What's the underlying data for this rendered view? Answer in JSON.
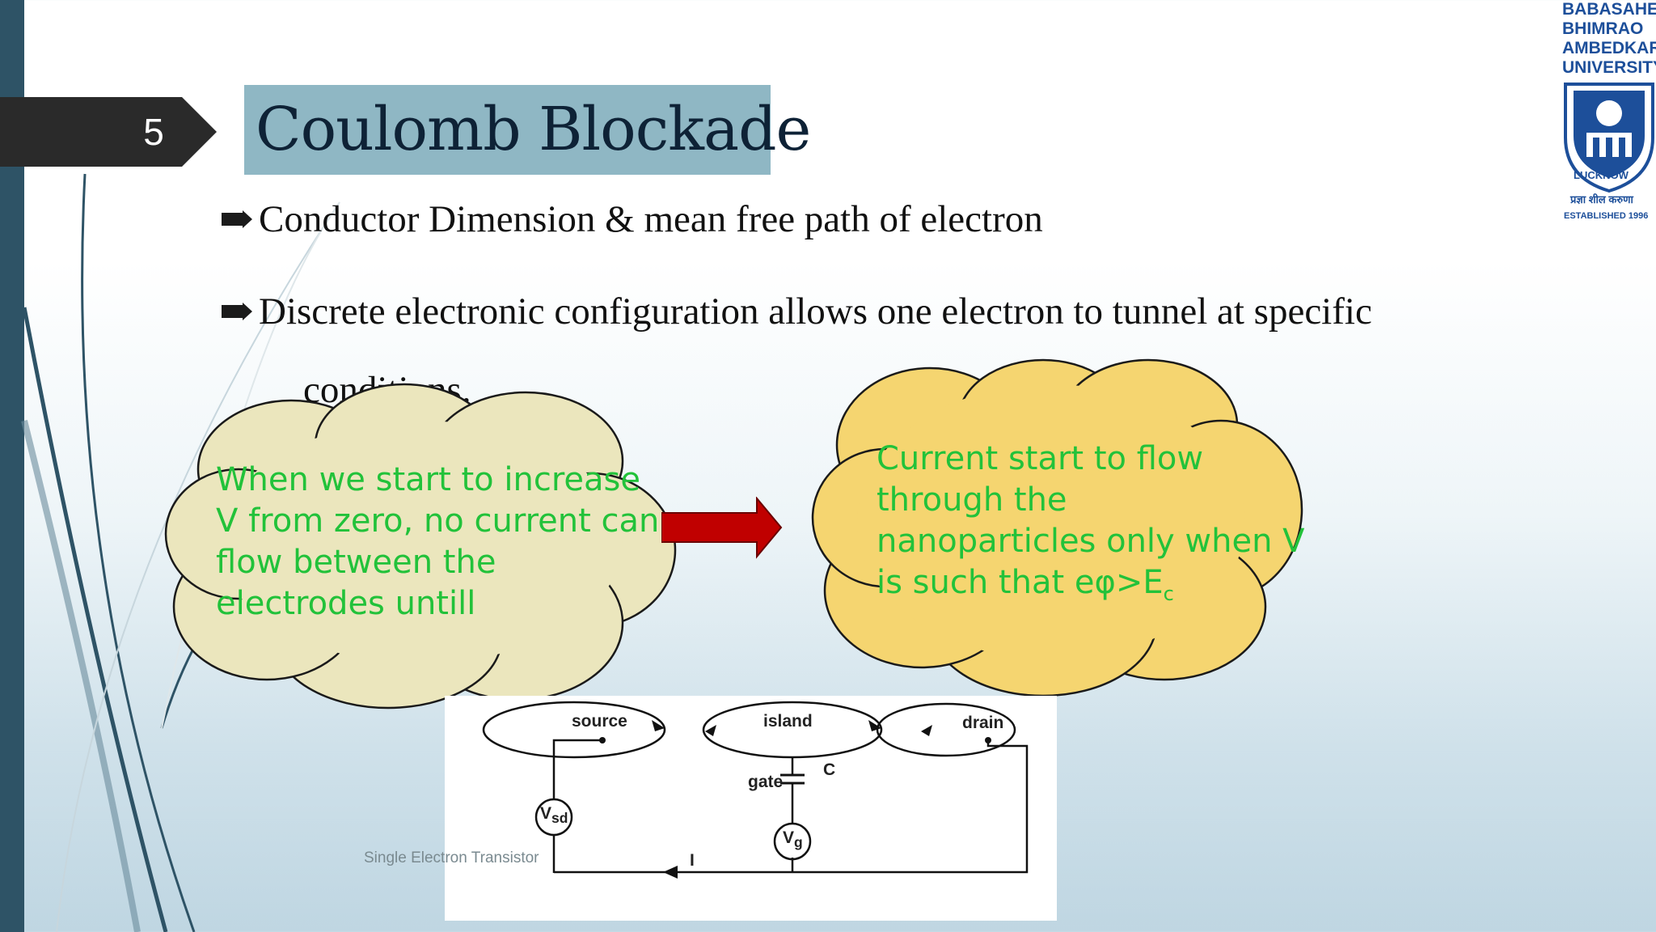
{
  "slide": {
    "number": "5",
    "title": "Coulomb Blockade",
    "bullets": [
      "Conductor Dimension & mean free path of electron",
      "Discrete electronic configuration allows one electron to tunnel at specific"
    ],
    "bullet_continuation": "conditions.",
    "footer": "Single Electron Transistor"
  },
  "clouds": {
    "left": {
      "lines": [
        "When we start to increase",
        "V from zero, no current can",
        "flow between the",
        "electrodes untill"
      ]
    },
    "right": {
      "lines": [
        "Current start to flow",
        "through the",
        "nanoparticles only when V"
      ],
      "last_line_prefix": "is such that eφ>E",
      "last_line_subscript": "c"
    }
  },
  "circuit": {
    "labels": {
      "source": "source",
      "island": "island",
      "drain": "drain",
      "gate": "gate",
      "capacitor": "C",
      "vsd_main": "V",
      "vsd_sub": "sd",
      "vg_main": "V",
      "vg_sub": "g",
      "current": "I"
    }
  },
  "logo": {
    "lines": [
      "BABASAHEB",
      "BHIMRAO",
      "AMBEDKAR",
      "UNIVERSITY"
    ],
    "seal_text": "LUCKNOW",
    "motto": "प्रज्ञा शील करुणा",
    "established": "ESTABLISHED 1996"
  },
  "colors": {
    "left_bar": "#2e5366",
    "title_box": "#8fb7c4",
    "cloud_left_fill": "#ebe6bd",
    "cloud_right_fill": "#f5d570",
    "cloud_text": "#22c23a",
    "arrow": "#c00000",
    "logo_blue": "#1d4f9a"
  }
}
